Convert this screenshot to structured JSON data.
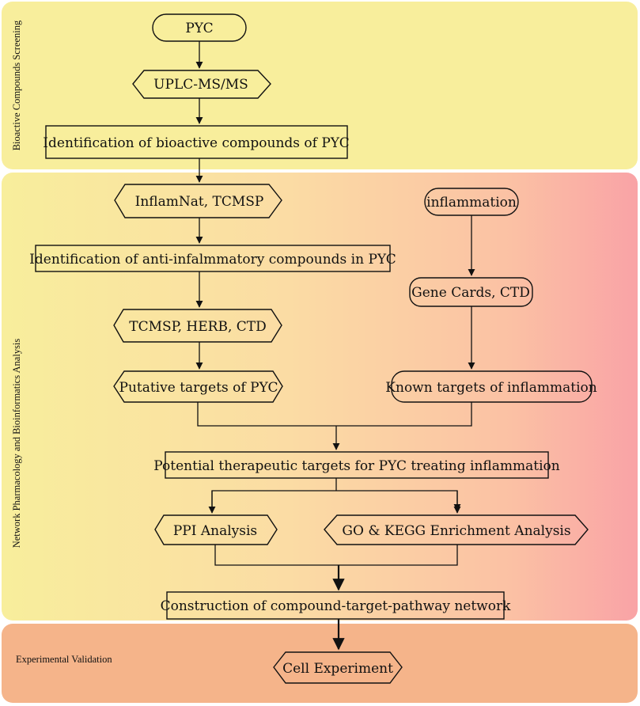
{
  "sections": {
    "screening": "Bioactive Compounds Screening",
    "network": "Network Pharmacology and Bioinformatics Analysis",
    "validation": "Experimental Validation"
  },
  "nodes": {
    "pyc": "PYC",
    "uplc": "UPLC-MS/MS",
    "identify_bioactive": "Identification of bioactive compounds of PYC",
    "inflamnat": "InflamNat, TCMSP",
    "identify_anti": "Identification of anti-infalmmatory compounds in PYC",
    "tcmsp_herb": "TCMSP, HERB, CTD",
    "putative": "Putative targets of PYC",
    "inflammation": "inflammation",
    "genecards": "Gene Cards, CTD",
    "known": "Known targets of inflammation",
    "potential": "Potential therapeutic targets for PYC treating inflammation",
    "ppi": "PPI  Analysis",
    "go_kegg": "GO & KEGG Enrichment Analysis",
    "construction": "Construction of compound-target-pathway network",
    "cell": "Cell Experiment"
  },
  "colors": {
    "yellow": "#f8ee9c",
    "peach": "#fbd9a3",
    "pink": "#f9a3a3",
    "orange_band": "#f5b48a"
  }
}
